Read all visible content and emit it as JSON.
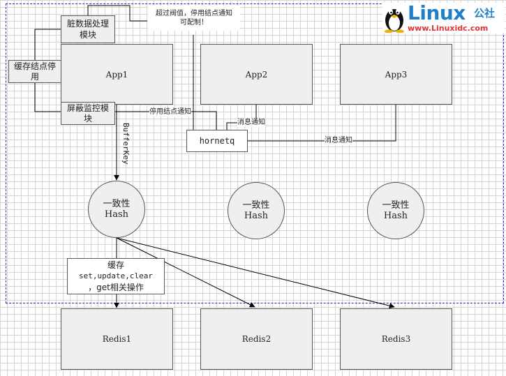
{
  "nodes": {
    "dirty_data_module": "脏数据处理模块",
    "cache_node_disable": "缓存结点停用",
    "mask_monitor_module": "屏蔽监控模块",
    "app1": "App1",
    "app2": "App2",
    "app3": "App3",
    "hornetq": "hornetq",
    "hash1_line1": "一致性",
    "hash1_line2": "Hash",
    "hash2_line1": "一致性",
    "hash2_line2": "Hash",
    "hash3_line1": "一致性",
    "hash3_line2": "Hash",
    "cache_ops_line1": "缓存",
    "cache_ops_line2": "set,update,clear",
    "cache_ops_line3": "，get相关操作",
    "redis1": "Redis1",
    "redis2": "Redis2",
    "redis3": "Redis3"
  },
  "edge_labels": {
    "threshold_note_line1": "超过阀值，停用结点通知",
    "threshold_note_line2": "可配制！",
    "disable_node_notify": "停用结点通知",
    "msg_notify_1": "消息通知",
    "msg_notify_2": "消息通知",
    "buffer_key": "BufferKey"
  },
  "logo": {
    "word": "Linux",
    "cn": "公社",
    "url": "www.Linuxidc.com"
  }
}
